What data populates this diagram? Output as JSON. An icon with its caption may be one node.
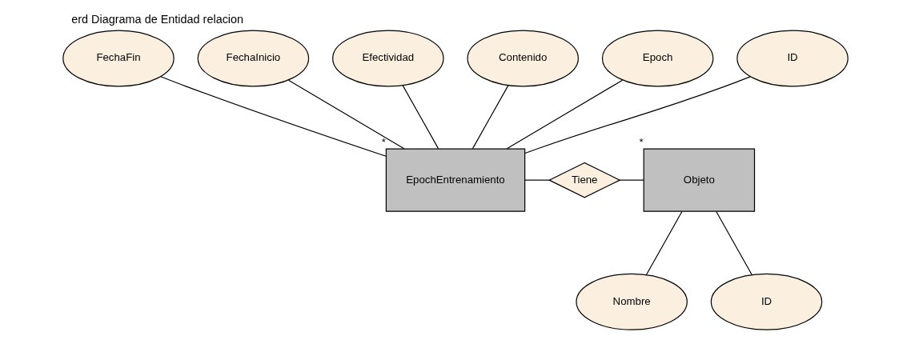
{
  "diagram": {
    "title": "erd Diagrama de Entidad relacion",
    "nodes": [
      {
        "text": [
          "EpochEntrenamiento"
        ],
        "beside": [
          "*"
        ]
      },
      {
        "text": [
          "Objeto"
        ],
        "beside": [
          "*"
        ]
      },
      {
        "text": [
          "Tiene"
        ]
      },
      {
        "text": [
          "FechaFin"
        ]
      },
      {
        "text": [
          "FechaInicio"
        ]
      },
      {
        "text": [
          "Efectividad"
        ]
      },
      {
        "text": [
          "Contenido"
        ]
      },
      {
        "text": [
          "Epoch"
        ]
      },
      {
        "text": [
          "ID"
        ]
      },
      {
        "text": [
          "Nombre"
        ]
      },
      {
        "text": [
          "ID"
        ]
      }
    ],
    "edges": [
      {
        "from": 0,
        "to": 2,
        "arrow": "none"
      },
      {
        "from": 2,
        "to": 1,
        "arrow": "none"
      },
      {
        "from": 3,
        "to": 0,
        "arrow": "none"
      },
      {
        "from": 4,
        "to": 0,
        "arrow": "none"
      },
      {
        "from": 5,
        "to": 0,
        "arrow": "none"
      },
      {
        "from": 6,
        "to": 0,
        "arrow": "none"
      },
      {
        "from": 7,
        "to": 0,
        "arrow": "none"
      },
      {
        "from": 8,
        "to": 0,
        "arrow": "none"
      },
      {
        "from": 1,
        "to": 9,
        "arrow": "none"
      },
      {
        "from": 1,
        "to": 10,
        "arrow": "none"
      }
    ]
  }
}
